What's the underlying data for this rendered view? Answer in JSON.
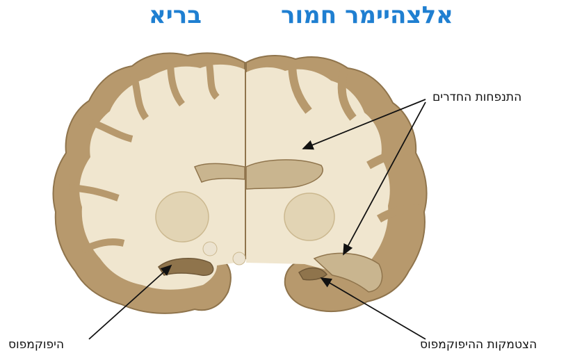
{
  "titles": {
    "healthy": "בריא",
    "alzheimers": "אלצהיימר חמור"
  },
  "labels": {
    "ventricles": "התנפחות החדרים",
    "hippocampal_atrophy": "הצטמקות ההיפוקמפוס",
    "hippocampus": "היפוקמפוס"
  },
  "colors": {
    "title": "#1f7fd1",
    "cortex": "#b7996d",
    "white_matter": "#f0e6cf",
    "ventricle": "#c9b58f",
    "outline": "#8f744c"
  }
}
